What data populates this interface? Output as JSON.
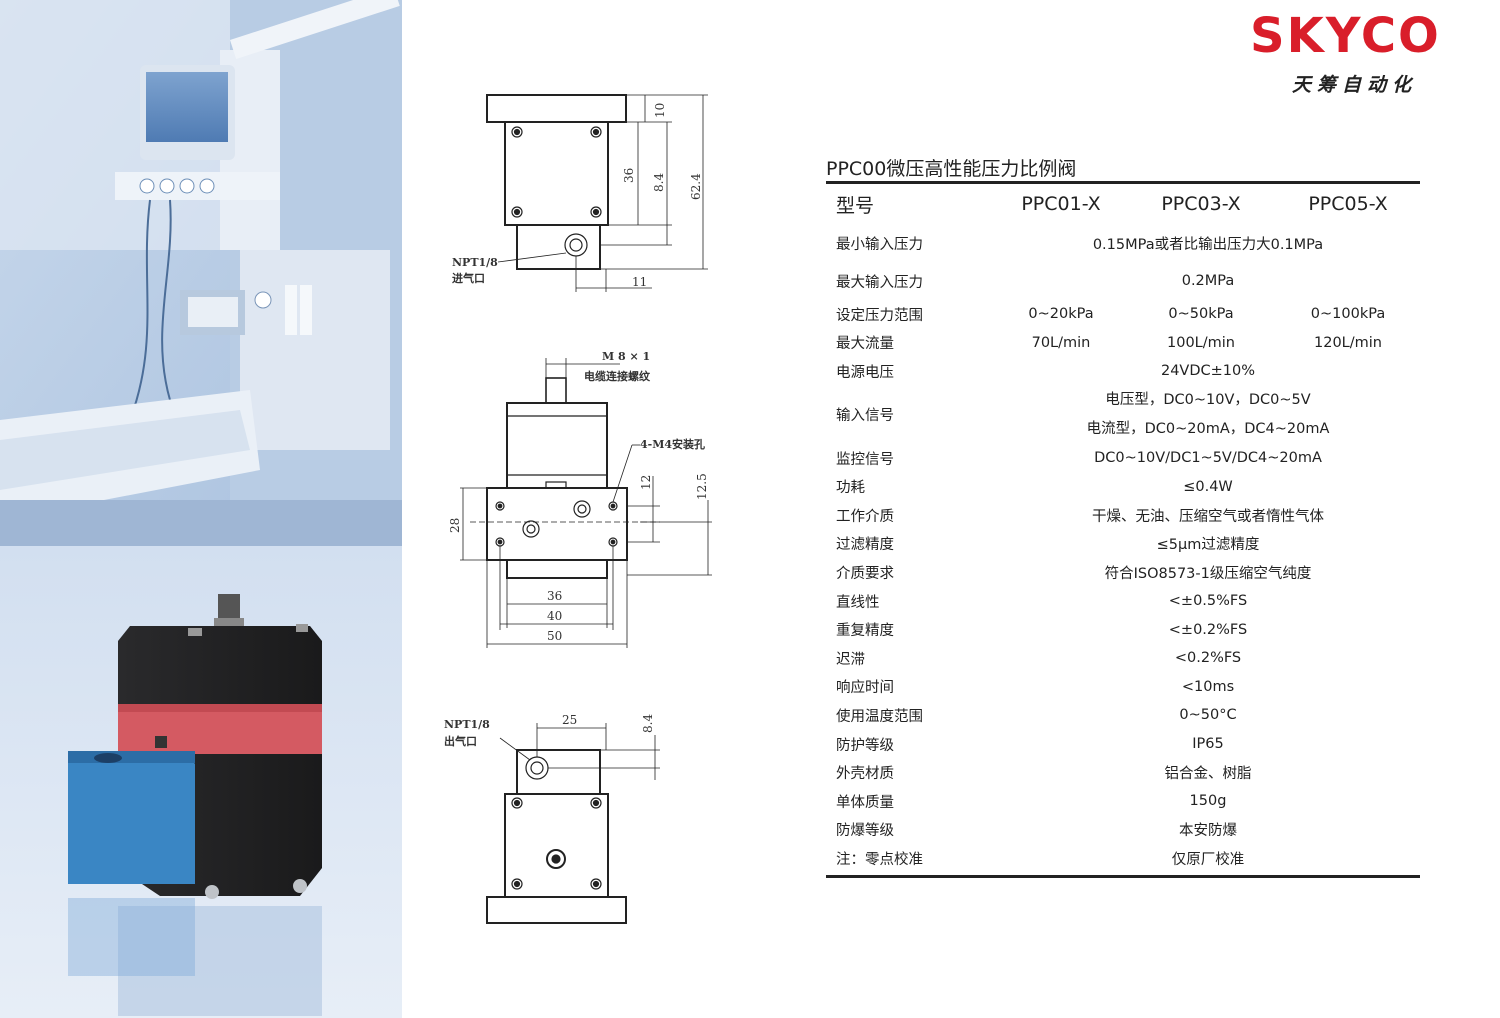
{
  "brand": {
    "logo_text": "SKYCO",
    "logo_sub": "天筹自动化",
    "accent_color": "#d91e2a"
  },
  "drawings": {
    "top_view": {
      "dims": [
        "10",
        "36",
        "8.4",
        "62.4",
        "11"
      ],
      "inlet_label_1": "NPT1/8",
      "inlet_label_2": "进气口"
    },
    "front_view": {
      "connector_label_1": "M 8 × 1",
      "connector_label_2": "电缆连接螺纹",
      "hole_label": "4-M4安装孔",
      "dims": [
        "28",
        "12",
        "12.5",
        "36",
        "40",
        "50"
      ]
    },
    "bottom_view": {
      "outlet_label_1": "NPT1/8",
      "outlet_label_2": "出气口",
      "dims": [
        "25",
        "8.4"
      ]
    }
  },
  "spec": {
    "title": "PPC00微压高性能压力比例阀",
    "header": {
      "name": "型号",
      "models": [
        "PPC01-X",
        "PPC03-X",
        "PPC05-X"
      ]
    },
    "rows": [
      {
        "name": "最小输入压力",
        "value": "0.15MPa或者比输出压力大0.1MPa"
      },
      {
        "name": "最大输入压力",
        "value": "0.2MPa"
      },
      {
        "name": "设定压力范围",
        "values": [
          "0~20kPa",
          "0~50kPa",
          "0~100kPa"
        ]
      },
      {
        "name": "最大流量",
        "values": [
          "70L/min",
          "100L/min",
          "120L/min"
        ]
      },
      {
        "name": "电源电压",
        "value": "24VDC±10%"
      },
      {
        "name": "输入信号",
        "lines": [
          "电压型，DC0~10V，DC0~5V",
          "电流型，DC0~20mA，DC4~20mA"
        ]
      },
      {
        "name": "监控信号",
        "value": "DC0~10V/DC1~5V/DC4~20mA"
      },
      {
        "name": "功耗",
        "value": "≤0.4W"
      },
      {
        "name": "工作介质",
        "value": "干燥、无油、压缩空气或者惰性气体"
      },
      {
        "name": "过滤精度",
        "value": "≤5μm过滤精度"
      },
      {
        "name": "介质要求",
        "value": "符合ISO8573-1级压缩空气纯度"
      },
      {
        "name": "直线性",
        "value": "<±0.5%FS"
      },
      {
        "name": "重复精度",
        "value": "<±0.2%FS"
      },
      {
        "name": "迟滞",
        "value": "<0.2%FS"
      },
      {
        "name": "响应时间",
        "value": "<10ms"
      },
      {
        "name": "使用温度范围",
        "value": "0~50°C"
      },
      {
        "name": "防护等级",
        "value": "IP65"
      },
      {
        "name": "外壳材质",
        "value": "铝合金、树脂"
      },
      {
        "name": "单体质量",
        "value": "150g"
      },
      {
        "name": "防爆等级",
        "value": "本安防爆"
      },
      {
        "name": "注：零点校准",
        "value": "仅原厂校准"
      }
    ]
  }
}
